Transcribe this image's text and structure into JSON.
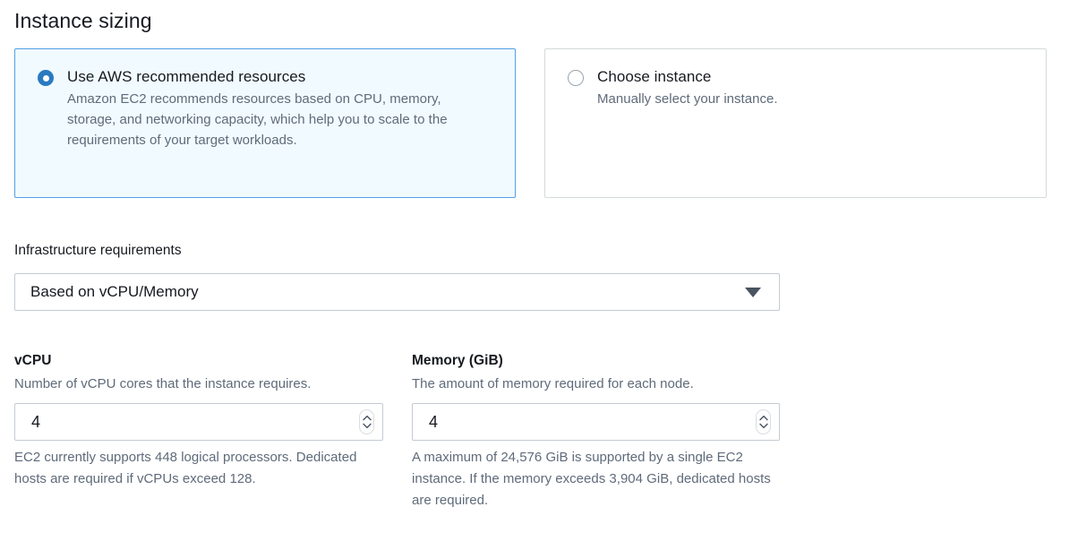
{
  "section": {
    "title": "Instance sizing"
  },
  "sizing_options": [
    {
      "id": "use-aws-recommended-resources",
      "label": "Use AWS recommended resources",
      "description": "Amazon EC2 recommends resources based on CPU, memory, storage, and networking capacity, which help you to scale to the requirements of your target workloads.",
      "selected": true
    },
    {
      "id": "choose-instance",
      "label": "Choose instance",
      "description": "Manually select your instance.",
      "selected": false
    }
  ],
  "infrastructure": {
    "label": "Infrastructure requirements",
    "selected_value": "Based on vCPU/Memory",
    "caret_icon": "chevron-down-icon"
  },
  "vcpu": {
    "label": "vCPU",
    "description": "Number of vCPU cores that the instance requires.",
    "value": "4",
    "help": "EC2 currently supports 448 logical processors. Dedicated hosts are required if vCPUs exceed 128.",
    "spinner_icon": "spinner-up-down-icon"
  },
  "memory": {
    "label": "Memory (GiB)",
    "description": "The amount of memory required for each node.",
    "value": "4",
    "help": "A maximum of 24,576 GiB is supported by a single EC2 instance. If the memory exceeds 3,904 GiB, dedicated hosts are required.",
    "spinner_icon": "spinner-up-down-icon"
  },
  "colors": {
    "selected_tile_border": "#539fe5",
    "selected_tile_background": "#f1faff",
    "radio_selected": "#2a7ac1",
    "text_primary": "#16191f",
    "text_secondary": "#5f6b7a",
    "input_border": "#c5cbd3"
  }
}
